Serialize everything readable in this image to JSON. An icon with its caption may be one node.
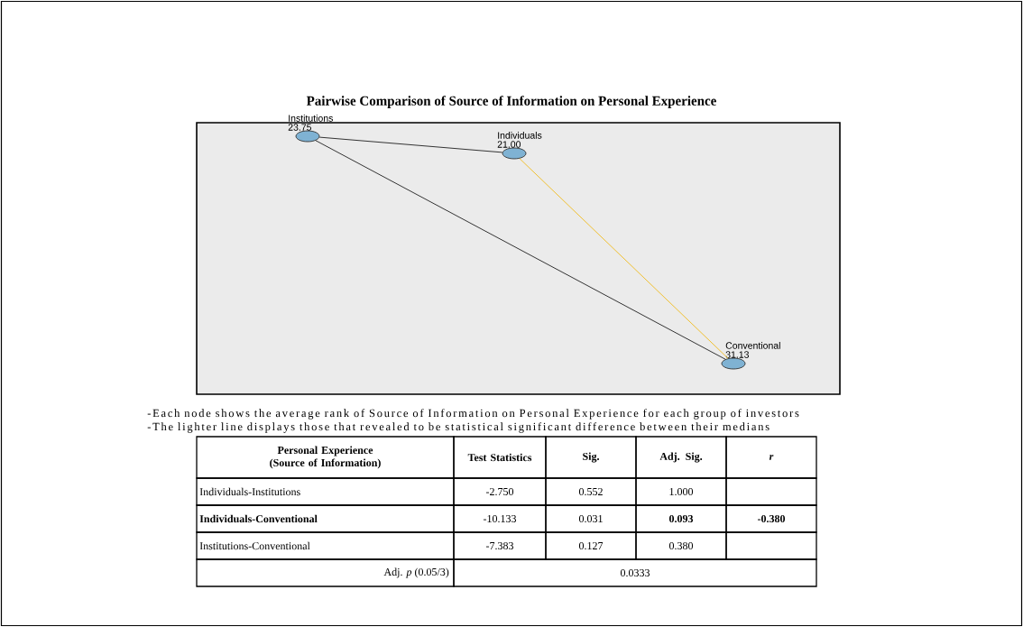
{
  "diagram": {
    "title": "Pairwise Comparison of Source of Information on Personal Experience",
    "nodes": [
      {
        "text": [
          "Institutions",
          "23.75"
        ]
      },
      {
        "text": [
          "Individuals",
          "21.00"
        ]
      },
      {
        "text": [
          "Conventional",
          "31.13"
        ]
      }
    ],
    "edges": [
      {
        "from": 0,
        "to": 1,
        "arrow": "none"
      },
      {
        "from": 0,
        "to": 2,
        "arrow": "none"
      },
      {
        "from": 1,
        "to": 2,
        "arrow": "none",
        "color": "#f0c030"
      }
    ],
    "labels": [
      "-Each node shows the average rank of Source of Information on Personal Experience for each group of investors",
      "-The lighter line displays those that revealed to be statistical significant difference between their medians",
      "Personal Experience (Source of Information)",
      "Test Statistics",
      "Sig.",
      "Adj. Sig.",
      "r",
      "Individuals-Institutions",
      "-2.750",
      "0.552",
      "1.000",
      "Individuals-Conventional",
      "-10.133",
      "0.031",
      "0.093",
      "-0.380",
      "Institutions-Conventional",
      "-7.383",
      "0.127",
      "0.380",
      "Adj. *p* (0.05/3)",
      "0.0333"
    ]
  }
}
